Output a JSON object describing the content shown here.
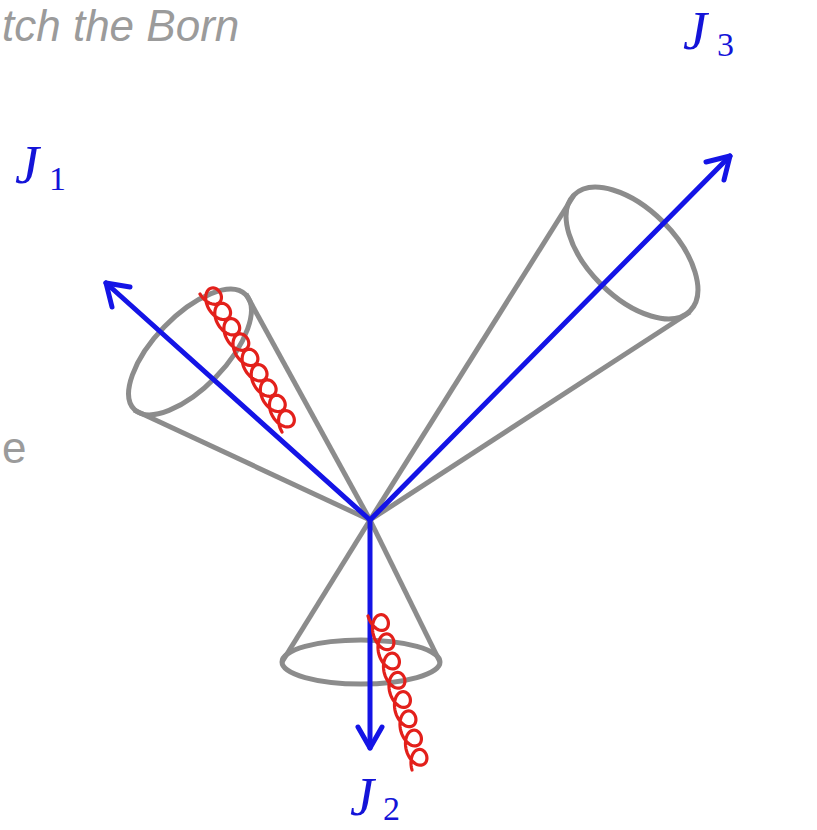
{
  "diagram": {
    "labels": [
      "tch the Born",
      "J",
      "3",
      "J",
      "1",
      "e",
      "J",
      "2"
    ]
  }
}
